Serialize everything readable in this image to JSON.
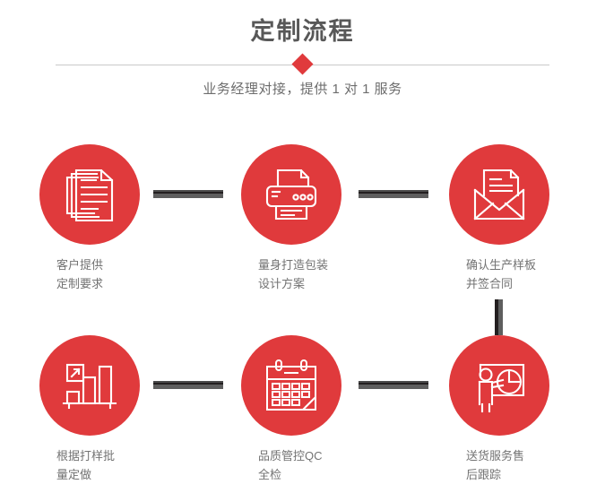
{
  "header": {
    "title": "定制流程",
    "subtitle": "业务经理对接，提供 1 对 1 服务",
    "divider_color": "#c9c9c9",
    "accent_color": "#e03a3c",
    "title_color": "#585858"
  },
  "theme": {
    "circle_color": "#e03a3c",
    "icon_stroke": "#ffffff",
    "connector_dark": "#231f20",
    "connector_light": "#5e5e5e",
    "label_color": "#737373",
    "background": "#ffffff"
  },
  "flow": {
    "steps": [
      {
        "index": 1,
        "icon": "documents-stack-icon",
        "label": "客户提供\n定制要求",
        "row": 1,
        "column": 1
      },
      {
        "index": 2,
        "icon": "printer-icon",
        "label": "量身打造包装\n设计方案",
        "row": 1,
        "column": 2
      },
      {
        "index": 3,
        "icon": "envelope-document-icon",
        "label": "确认生产样板\n并签合同",
        "row": 1,
        "column": 3
      },
      {
        "index": 4,
        "icon": "bar-chart-growth-icon",
        "label": "根据打样批\n量定做",
        "row": 2,
        "column": 1
      },
      {
        "index": 5,
        "icon": "calendar-check-icon",
        "label": "品质管控QC\n全检",
        "row": 2,
        "column": 2
      },
      {
        "index": 6,
        "icon": "presenter-pie-chart-icon",
        "label": "送货服务售\n后跟踪",
        "row": 2,
        "column": 3
      }
    ],
    "connectors": [
      {
        "name": "connector-step1-step2",
        "orientation": "horizontal"
      },
      {
        "name": "connector-step2-step3",
        "orientation": "horizontal"
      },
      {
        "name": "connector-step3-step6",
        "orientation": "vertical"
      },
      {
        "name": "connector-step4-step5",
        "orientation": "horizontal"
      },
      {
        "name": "connector-step5-step6",
        "orientation": "horizontal"
      }
    ]
  }
}
